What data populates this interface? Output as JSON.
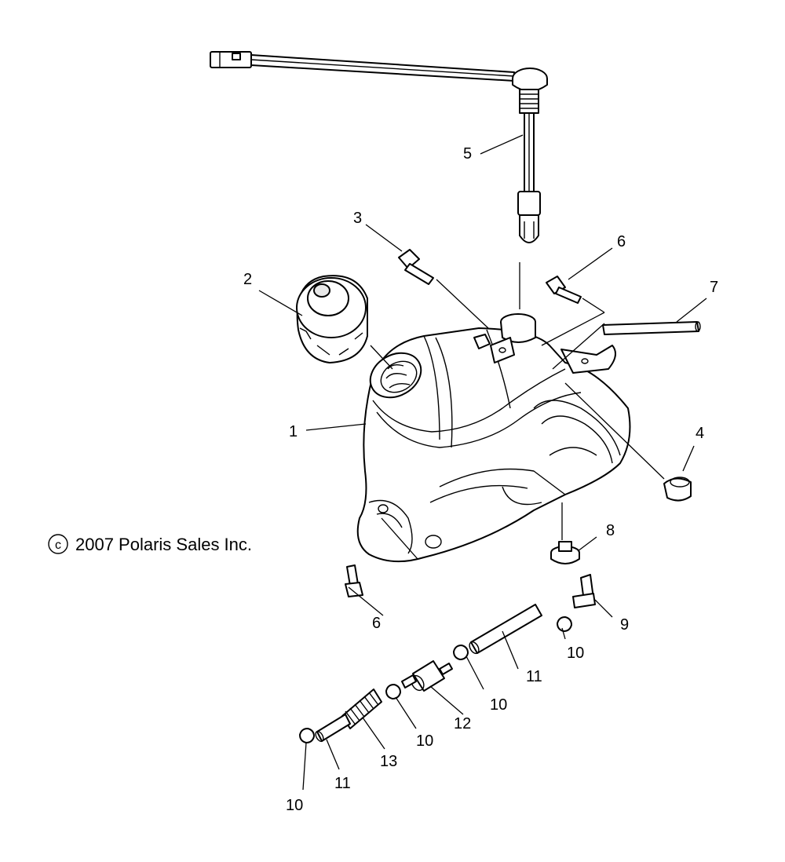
{
  "copyright": {
    "symbol": "c",
    "text": "2007 Polaris Sales Inc."
  },
  "callouts": [
    {
      "id": "c1",
      "label": "1"
    },
    {
      "id": "c2",
      "label": "2"
    },
    {
      "id": "c3",
      "label": "3"
    },
    {
      "id": "c4",
      "label": "4"
    },
    {
      "id": "c5",
      "label": "5"
    },
    {
      "id": "c6a",
      "label": "6"
    },
    {
      "id": "c6b",
      "label": "6"
    },
    {
      "id": "c7",
      "label": "7"
    },
    {
      "id": "c8",
      "label": "8"
    },
    {
      "id": "c9",
      "label": "9"
    },
    {
      "id": "c10a",
      "label": "10"
    },
    {
      "id": "c10b",
      "label": "10"
    },
    {
      "id": "c10c",
      "label": "10"
    },
    {
      "id": "c10d",
      "label": "10"
    },
    {
      "id": "c11a",
      "label": "11"
    },
    {
      "id": "c11b",
      "label": "11"
    },
    {
      "id": "c12",
      "label": "12"
    },
    {
      "id": "c13",
      "label": "13"
    }
  ]
}
